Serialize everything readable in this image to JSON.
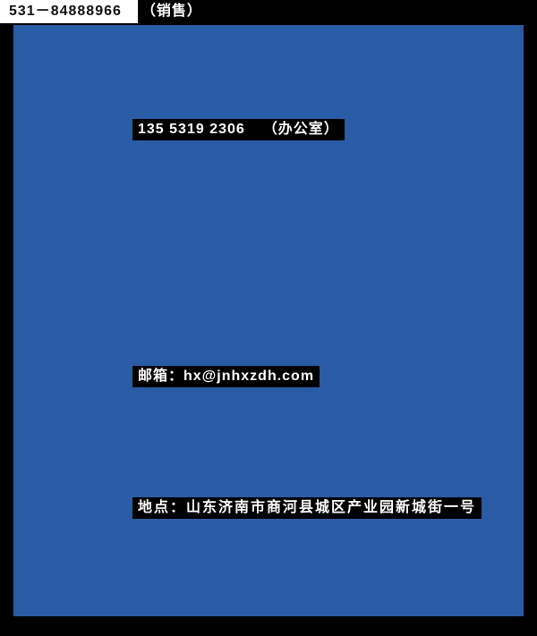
{
  "window": {
    "frame_color": "#000000",
    "panel_color": "#2A5CA5",
    "highlight_color": "#000000",
    "text_color": "#FFFFFF"
  },
  "contact": {
    "office": {
      "phone": "135 5319 2306",
      "label": "（办公室）"
    },
    "sales": {
      "phone": "531－84888966",
      "label": "（销售）"
    },
    "email": "邮箱：hx@jnhxzdh.com",
    "address": "地点：山东济南市商河县城区产业园新城街一号"
  }
}
